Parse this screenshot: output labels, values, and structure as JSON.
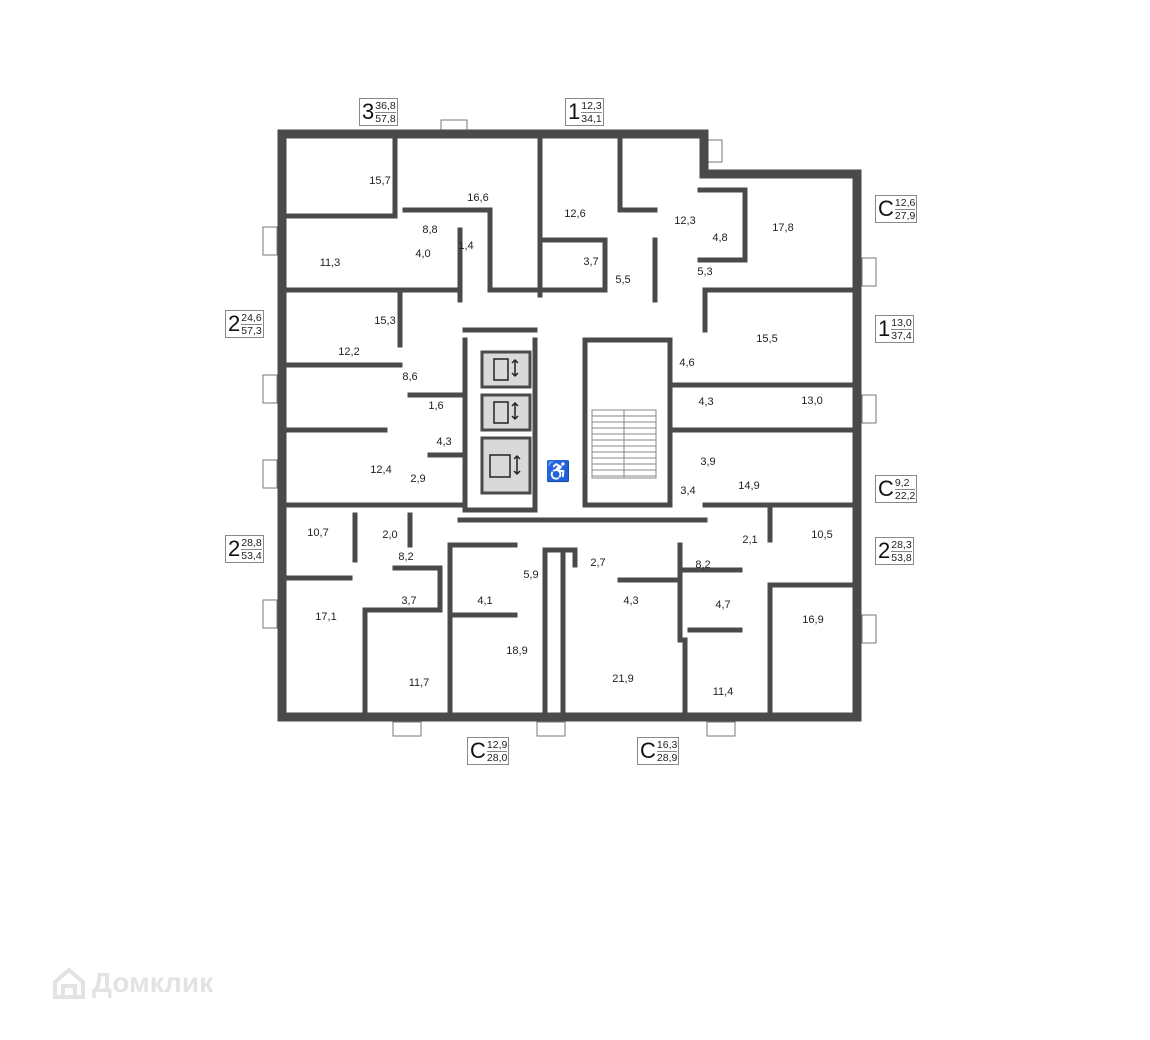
{
  "rooms": [
    "15,7",
    "16,6",
    "11,3",
    "8,8",
    "4,0",
    "1,4",
    "12,6",
    "3,7",
    "12,3",
    "5,5",
    "4,8",
    "17,8",
    "5,3",
    "15,3",
    "12,2",
    "8,6",
    "1,6",
    "4,3",
    "12,4",
    "2,9",
    "15,5",
    "4,6",
    "4,3",
    "13,0",
    "3,9",
    "14,9",
    "3,4",
    "10,7",
    "2,0",
    "8,2",
    "3,7",
    "4,1",
    "5,9",
    "17,1",
    "18,9",
    "11,7",
    "2,7",
    "8,2",
    "2,1",
    "10,5",
    "4,3",
    "4,7",
    "16,9",
    "21,9",
    "11,4"
  ],
  "apartments": [
    {
      "type": "3",
      "living": "36,8",
      "total": "57,8"
    },
    {
      "type": "1",
      "living": "12,3",
      "total": "34,1"
    },
    {
      "type": "С",
      "living": "12,6",
      "total": "27,9"
    },
    {
      "type": "1",
      "living": "13,0",
      "total": "37,4"
    },
    {
      "type": "С",
      "living": "9,2",
      "total": "22,2"
    },
    {
      "type": "2",
      "living": "28,3",
      "total": "53,8"
    },
    {
      "type": "2",
      "living": "24,6",
      "total": "57,3"
    },
    {
      "type": "2",
      "living": "28,8",
      "total": "53,4"
    },
    {
      "type": "С",
      "living": "12,9",
      "total": "28,0"
    },
    {
      "type": "С",
      "living": "16,3",
      "total": "28,9"
    }
  ],
  "icons": [
    "elevator-icon",
    "freight-elevator-icon",
    "wheelchair-icon",
    "stairs-icon"
  ],
  "watermark": "Домклик",
  "colors": {
    "wall": "#4a4a4a",
    "elevator": "#d9d9d9",
    "window": "#bdbdbd",
    "watermark": "#e3e3e3"
  }
}
